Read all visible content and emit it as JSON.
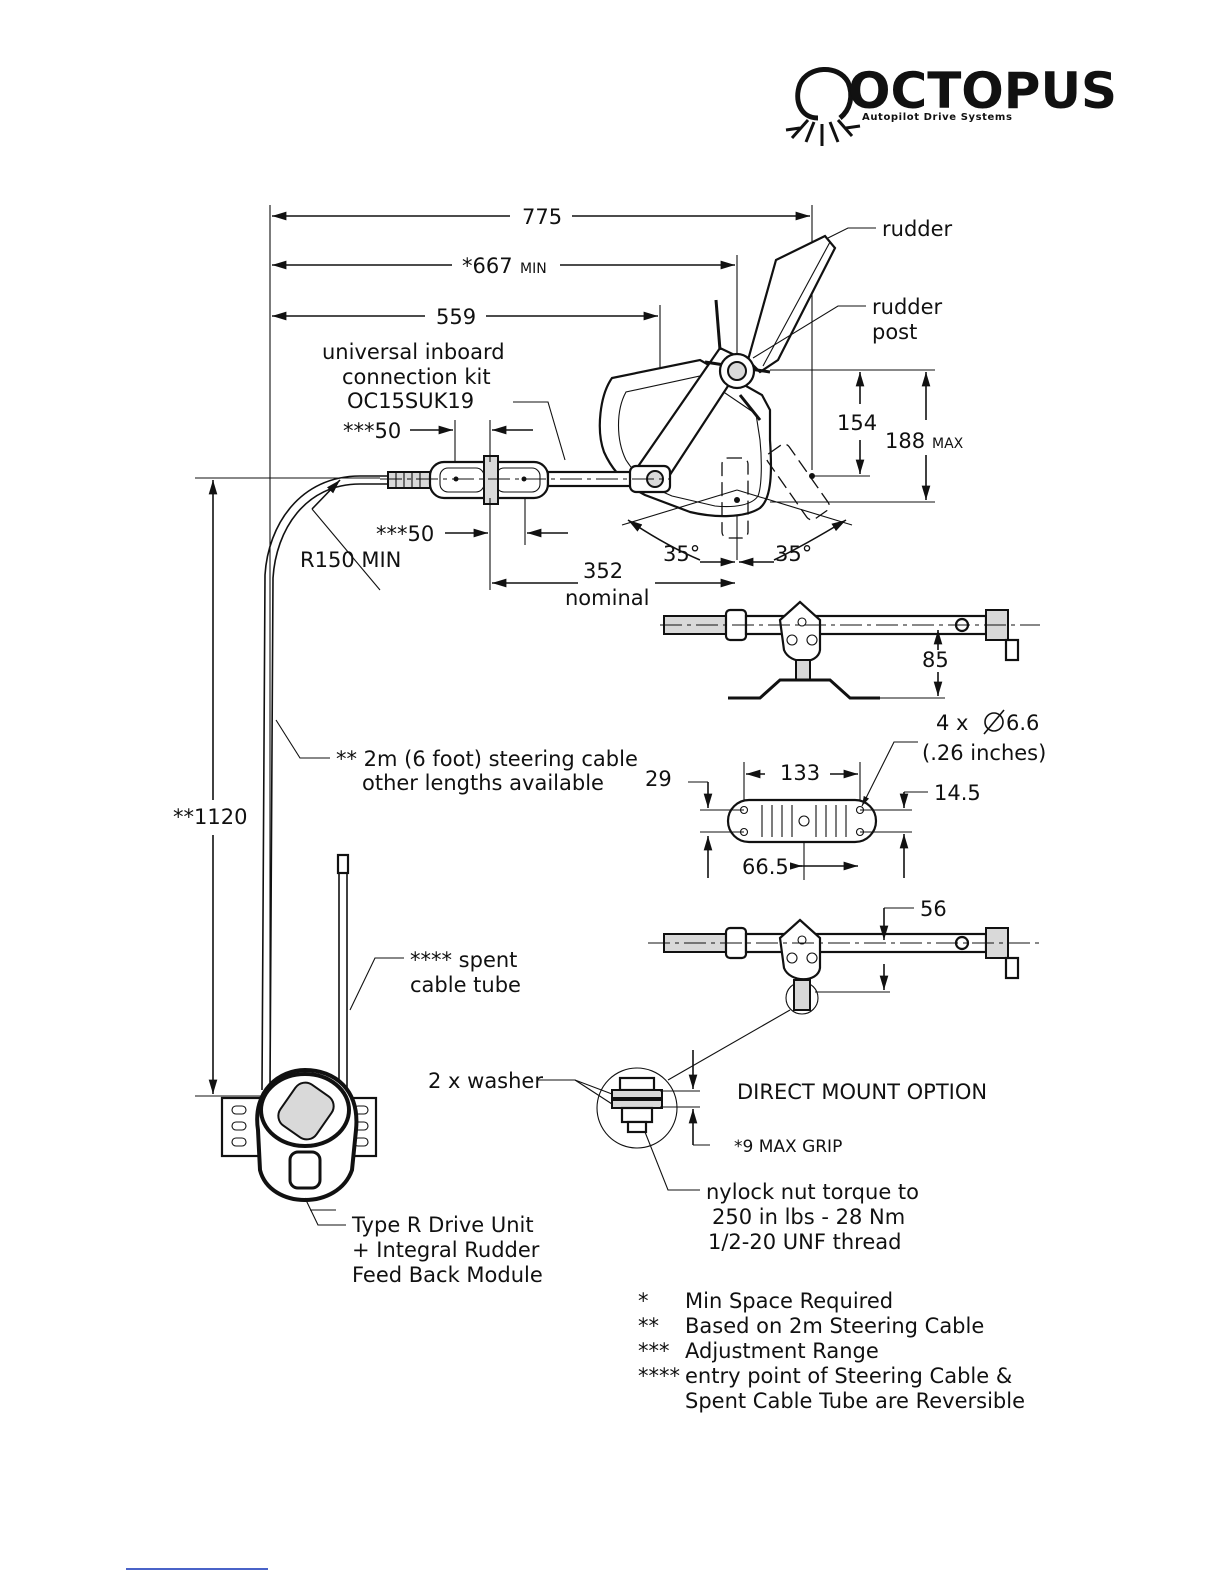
{
  "logo": {
    "brand": "OCTOPUS",
    "subtitle": "Autopilot Drive Systems"
  },
  "dimensions": {
    "d775": "775",
    "d667": "*667",
    "d667_unit": "MIN",
    "d559": "559",
    "d50a": "***50",
    "d50b": "***50",
    "d154": "154",
    "d188": "188",
    "d188_unit": "MAX",
    "angle_left": "35°",
    "angle_right": "35°",
    "d352": "352",
    "d352_note": "nominal",
    "radius": "R150 MIN",
    "d85": "85",
    "holes": "4 x",
    "hole_dia": "6.6",
    "hole_in": "(.26 inches)",
    "d29": "29",
    "d133": "133",
    "d14_5": "14.5",
    "d66_5": "66.5",
    "d56": "56",
    "d1120": "**1120",
    "max_grip": "*9 MAX  GRIP"
  },
  "labels": {
    "rudder": "rudder",
    "rudder_post_1": "rudder",
    "rudder_post_2": "post",
    "kit_1": "universal inboard",
    "kit_2": "connection kit",
    "kit_3": "OC15SUK19",
    "cable_1": "** 2m (6 foot) steering cable",
    "cable_2": "other lengths available",
    "spent_1": "**** spent",
    "spent_2": "cable tube",
    "washer": "2 x washer",
    "direct_mount": "DIRECT MOUNT OPTION",
    "nut_1": "nylock nut torque to",
    "nut_2": "250 in lbs - 28 Nm",
    "nut_3": "1/2-20 UNF thread",
    "drive_1": "Type R Drive Unit",
    "drive_2": "+ Integral Rudder",
    "drive_3": "Feed Back Module"
  },
  "notes": [
    {
      "mark": "*",
      "text": "Min Space Required"
    },
    {
      "mark": "**",
      "text": "Based on 2m Steering Cable"
    },
    {
      "mark": "***",
      "text": "Adjustment Range"
    },
    {
      "mark": "****",
      "text": "entry point of Steering Cable &"
    },
    {
      "mark": "",
      "text": "Spent Cable Tube are Reversible"
    }
  ],
  "colors": {
    "ink": "#111111",
    "link_underline": "#4a63c8"
  }
}
